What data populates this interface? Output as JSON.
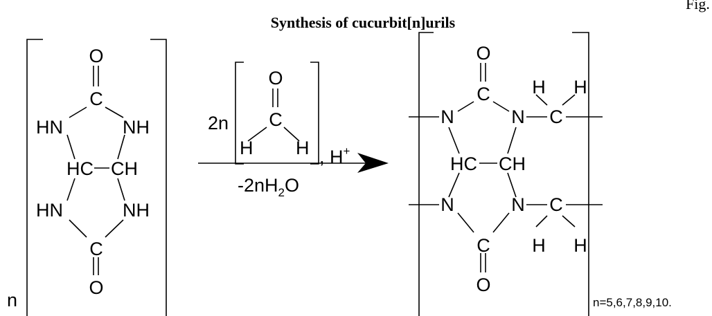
{
  "figure": {
    "title": "Synthesis of cucurbit[n]urils",
    "fig_label": "Fig."
  },
  "reactant": {
    "coefficient": "n",
    "atoms": {
      "o_top": "O",
      "c_top": "C",
      "nh_top_left": "HN",
      "nh_top_right": "NH",
      "hc_left": "HC",
      "ch_right": "CH",
      "nh_bot_left": "HN",
      "nh_bot_right": "NH",
      "c_bot": "C",
      "o_bot": "O"
    }
  },
  "reagent": {
    "coefficient": "2n",
    "atoms": {
      "o": "O",
      "c": "C",
      "h_left": "H",
      "h_right": "H"
    },
    "catalyst": ", H",
    "catalyst_sup": "+",
    "byproduct_prefix": "-2nH",
    "byproduct_sub": "2",
    "byproduct_suffix": "O"
  },
  "product": {
    "atoms": {
      "o_top": "O",
      "c_top": "C",
      "n_top_left": "N",
      "n_top_right": "N",
      "h_top_1": "H",
      "h_top_2": "H",
      "ch2_top_c": "C",
      "hc_left": "HC",
      "ch_right": "CH",
      "n_bot_left": "N",
      "n_bot_right": "N",
      "ch2_bot_c": "C",
      "h_bot_1": "H",
      "h_bot_2": "H",
      "c_bot": "C",
      "o_bot": "O"
    },
    "n_values": "n=5,6,7,8,9,10."
  }
}
